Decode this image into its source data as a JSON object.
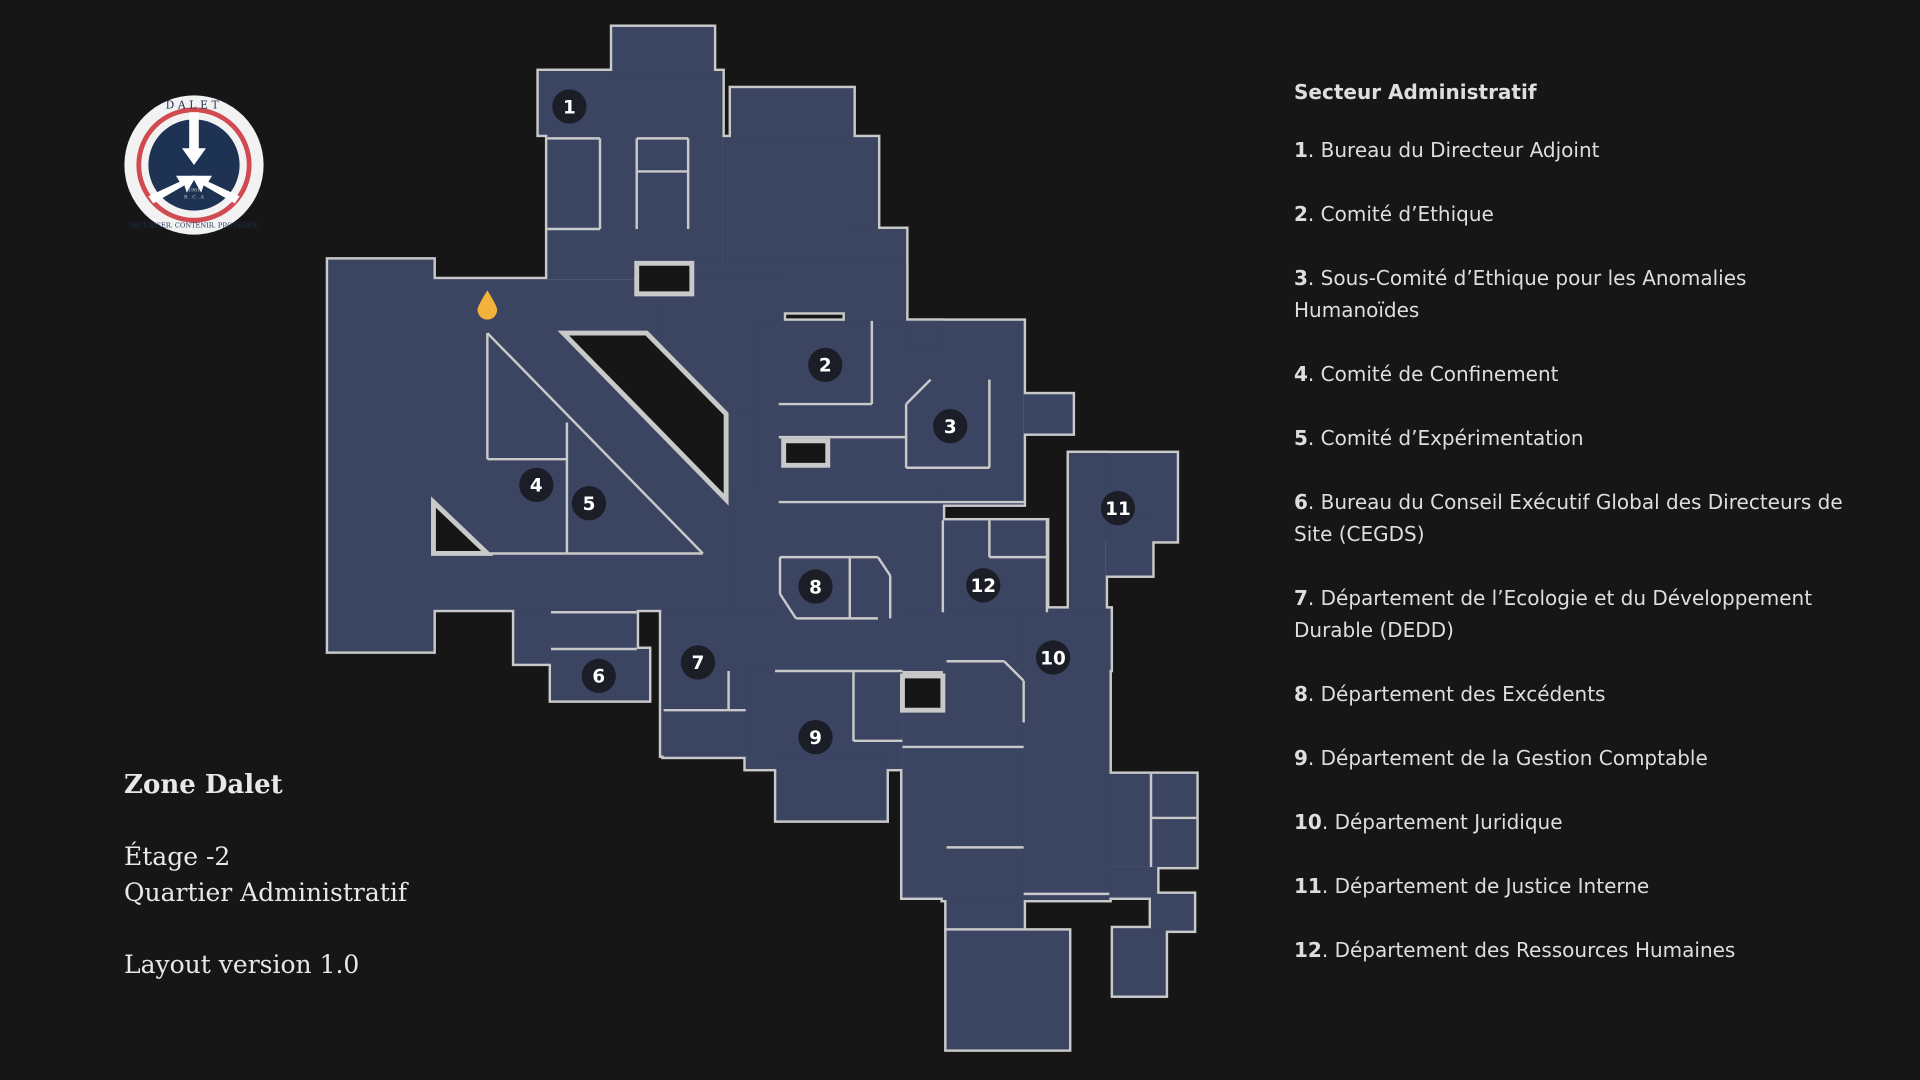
{
  "logo": {
    "top_text": "DALET",
    "bottom_text": "SECURISER. CONTENIR. PROTEGER.",
    "year": "1961",
    "initials": "R . C . A"
  },
  "info": {
    "zone": "Zone Dalet",
    "floor": "Étage -2",
    "quarter": "Quartier Administratif",
    "version": "Layout version 1.0"
  },
  "legend": {
    "title": "Secteur Administratif",
    "items": [
      {
        "num": "1",
        "label": "Bureau du Directeur Adjoint"
      },
      {
        "num": "2",
        "label": "Comité d’Ethique"
      },
      {
        "num": "3",
        "label": "Sous-Comité d’Ethique pour les Anomalies Humanoïdes"
      },
      {
        "num": "4",
        "label": "Comité de Confinement"
      },
      {
        "num": "5",
        "label": "Comité d’Expérimentation"
      },
      {
        "num": "6",
        "label": "Bureau du Conseil Exécutif Global des Directeurs de Site (CEGDS)"
      },
      {
        "num": "7",
        "label": "Département de l’Ecologie et du Développement Durable (DEDD)"
      },
      {
        "num": "8",
        "label": "Département des Excédents"
      },
      {
        "num": "9",
        "label": "Département de la Gestion Comptable"
      },
      {
        "num": "10",
        "label": "Département Juridique"
      },
      {
        "num": "11",
        "label": "Département de Justice Interne"
      },
      {
        "num": "12",
        "label": "Département des Ressources Humaines"
      }
    ]
  },
  "colors": {
    "background": "#161616",
    "room": "#3b4562",
    "wall": "#c9c9c9",
    "marker": "#1b1e27",
    "pin": "#f2b33d"
  }
}
